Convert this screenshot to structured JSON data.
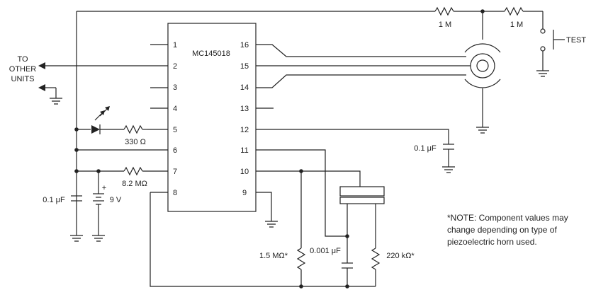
{
  "ic": {
    "name": "MC145018",
    "left_pins": [
      "1",
      "2",
      "3",
      "4",
      "5",
      "6",
      "7",
      "8"
    ],
    "right_pins": [
      "16",
      "15",
      "14",
      "13",
      "12",
      "11",
      "10",
      "9"
    ]
  },
  "labels": {
    "to_other_units": [
      "TO",
      "OTHER",
      "UNITS"
    ],
    "test": "TEST",
    "r_top_left": "1 M",
    "r_top_right": "1 M",
    "r_330": "330 Ω",
    "r_82m": "8.2 MΩ",
    "c_01_left": "0.1 μF",
    "battery": "9 V",
    "c_01_right": "0.1 μF",
    "r_15m": "1.5 MΩ*",
    "c_0001": "0.001 μF",
    "r_220k": "220 kΩ*",
    "battery_plus": "+"
  },
  "note": [
    "*NOTE: Component values may",
    "change depending on type of",
    "piezoelectric horn used."
  ]
}
